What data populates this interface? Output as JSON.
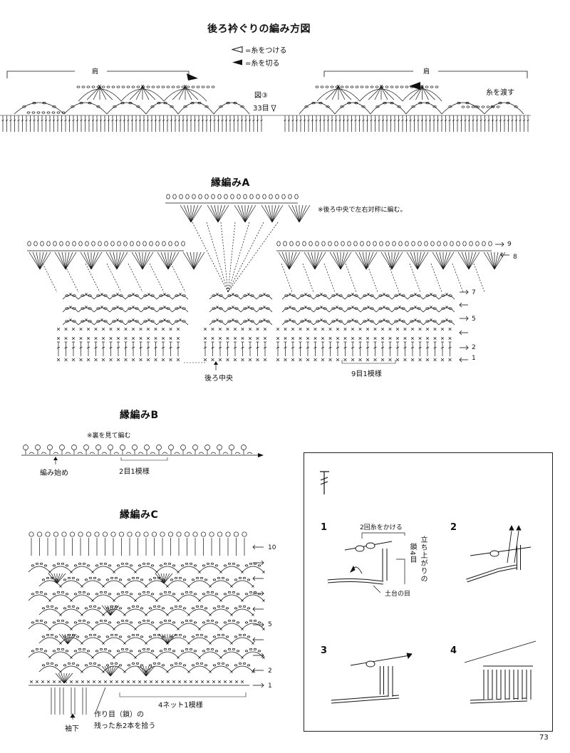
{
  "page": {
    "number": "73"
  },
  "back_neck": {
    "title": "後ろ衿ぐりの編み方図",
    "legend": [
      {
        "symbol": "attach-yarn-icon",
        "label": "=糸をつける"
      },
      {
        "symbol": "cut-yarn-icon",
        "label": "=糸を切る"
      }
    ],
    "shoulder_left": "肩",
    "shoulder_right": "肩",
    "figure_ref": "図③",
    "stitch_count": "33目",
    "carry_yarn": "糸を渡す"
  },
  "border_a": {
    "title": "縁編みA",
    "note": "※後ろ中央で左右対称に編む。",
    "row_labels": [
      "9",
      "8",
      "7",
      "5",
      "2",
      "1"
    ],
    "center_label": "後ろ中央",
    "repeat_label": "9目1模様"
  },
  "border_b": {
    "title": "縁編みB",
    "note": "※裏を見て編む",
    "start_label": "編み始め",
    "repeat_label": "2目1模様"
  },
  "border_c": {
    "title": "縁編みC",
    "row_labels": [
      "10",
      "5",
      "2",
      "1"
    ],
    "repeat_label": "4ネット1模様",
    "cuff_label": "袖下",
    "pickup_note_line1": "作り目（鎖）の",
    "pickup_note_line2": "残った糸2本を拾う"
  },
  "howto": {
    "steps": [
      "1",
      "2",
      "3",
      "4"
    ],
    "yarn_over_twice": "2回糸をかける",
    "turning_chain": "立ち上がりの",
    "chain_count": "鎖4目",
    "foundation": "土台の目"
  }
}
